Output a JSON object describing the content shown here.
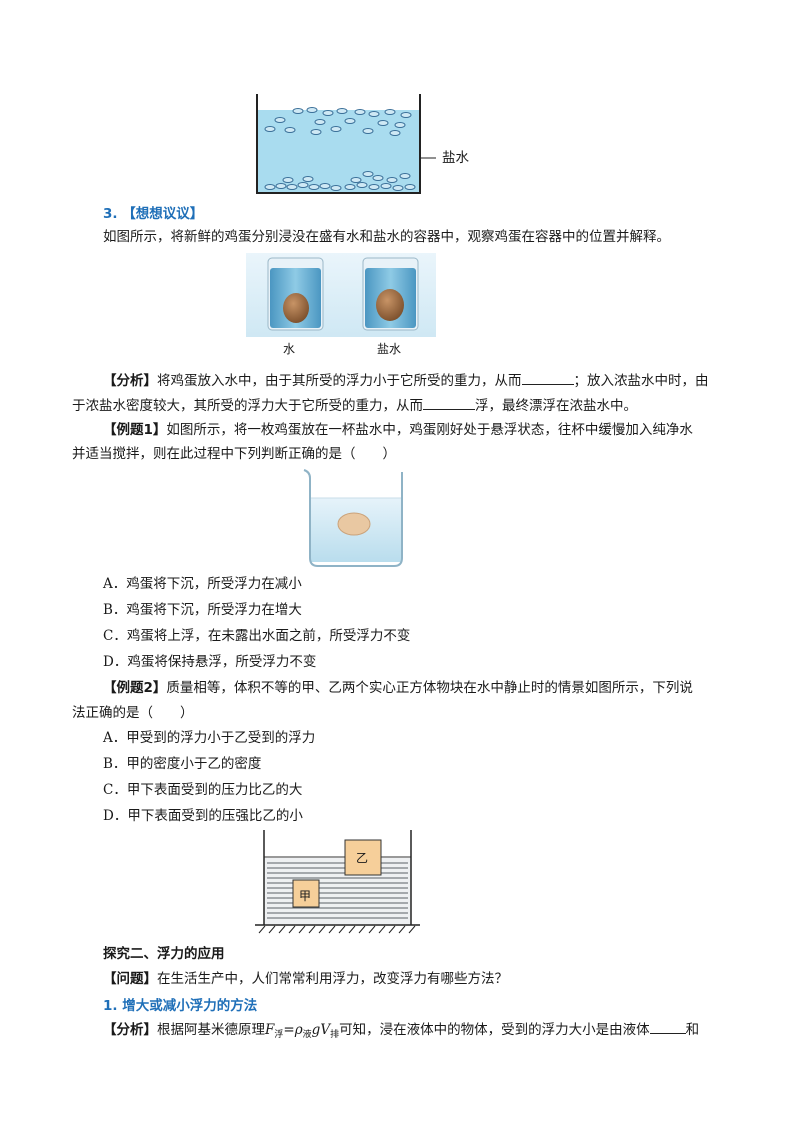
{
  "fig_top": {
    "label": "盐水"
  },
  "section3": {
    "number": "3.",
    "title": "【想想议议】"
  },
  "intro": "如图所示，将新鲜的鸡蛋分别浸没在盛有水和盐水的容器中，观察鸡蛋在容器中的位置并解释。",
  "fig_eggs": {
    "label_water": "水",
    "label_salt": "盐水"
  },
  "analysis1": {
    "tag": "【分析】",
    "line1_a": "将鸡蛋放入水中，由于其所受的浮力小于它所受的重力，从而",
    "line1_b": "；放入浓盐水中时，由",
    "line2_a": "于浓盐水密度较大，其所受的浮力大于它所受的重力，从而",
    "line2_b": "浮，最终漂浮在浓盐水中。"
  },
  "example1": {
    "tag": "【例题1】",
    "line1": "如图所示，将一枚鸡蛋放在一杯盐水中，鸡蛋刚好处于悬浮状态，往杯中缓慢加入纯净水",
    "line2": "并适当搅拌，则在此过程中下列判断正确的是（　　）",
    "options": [
      "A．鸡蛋将下沉，所受浮力在减小",
      "B．鸡蛋将下沉，所受浮力在增大",
      "C．鸡蛋将上浮，在未露出水面之前，所受浮力不变",
      "D．鸡蛋将保持悬浮，所受浮力不变"
    ]
  },
  "example2": {
    "tag": "【例题2】",
    "line1": "质量相等，体积不等的甲、乙两个实心正方体物块在水中静止时的情景如图所示，下列说",
    "line2": "法正确的是（　　）",
    "options": [
      "A．甲受到的浮力小于乙受到的浮力",
      "B．甲的密度小于乙的密度",
      "C．甲下表面受到的压力比乙的大",
      "D．甲下表面受到的压强比乙的小"
    ],
    "block_a": "甲",
    "block_b": "乙"
  },
  "explore2": {
    "title": "探究二、浮力的应用"
  },
  "question": {
    "tag": "【问题】",
    "text": "在生活生产中，人们常常利用浮力，改变浮力有哪些方法？"
  },
  "section1": {
    "title": "1. 增大或减小浮力的方法"
  },
  "analysis2": {
    "tag": "【分析】",
    "text_a": "根据阿基米德原理",
    "f": "F",
    "sub_fu": "浮",
    "eq": "=",
    "rho": "ρ",
    "sub_liq": "液",
    "g": "g",
    "v": "V",
    "sub_pai": "排",
    "text_b": "可知，浸在液体中的物体，受到的浮力大小是由液体",
    "text_c": "和"
  },
  "colors": {
    "water": "#a9d9ee",
    "block": "#f6cf9a",
    "heading": "#1f6fb8"
  }
}
